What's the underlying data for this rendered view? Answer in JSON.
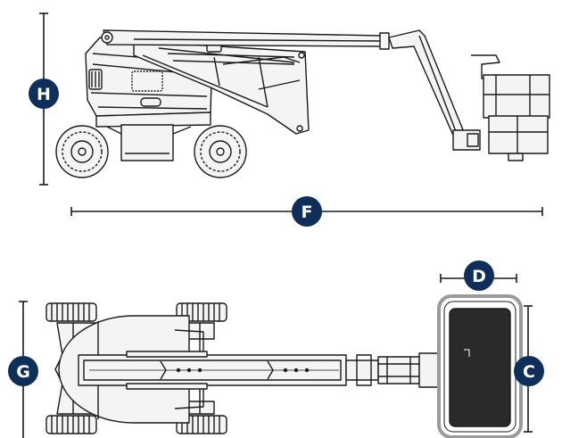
{
  "colors": {
    "badge": "#0d2f5a",
    "badge_text": "#ffffff",
    "line": "#1a1a1a",
    "platform_floor": "#2a2a2a",
    "platform_rail": "#9a9a9a",
    "body_fill": "#f4f4f4"
  },
  "dimensions": {
    "H": "H",
    "F": "F",
    "D": "D",
    "G": "G",
    "C": "C"
  }
}
